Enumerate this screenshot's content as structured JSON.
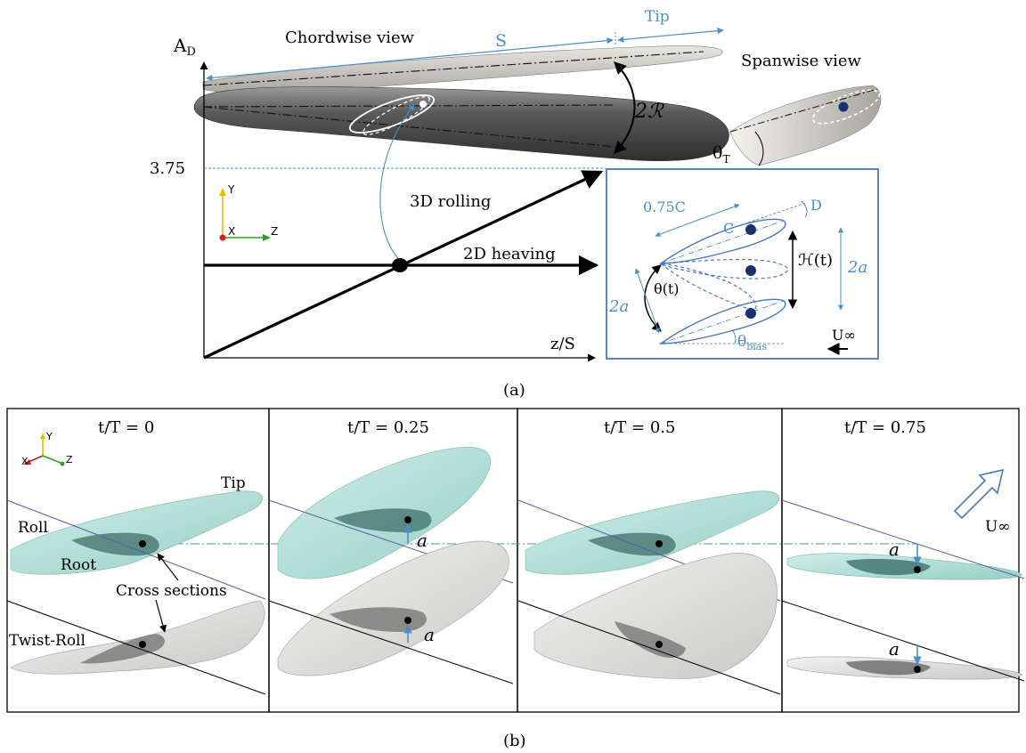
{
  "part_a": {
    "axis_y_label": "A",
    "axis_y_sub": "D",
    "chordwise_view": "Chordwise view",
    "spanwise_view": "Spanwise view",
    "span_S": "S",
    "tip": "Tip",
    "two_R": "2ℛ",
    "theta_T": "θ",
    "theta_T_sub": "T",
    "tick_375": "3.75",
    "rolling_3d": "3D rolling",
    "heaving_2d": "2D heaving",
    "axis_x_label": "z/S",
    "inset": {
      "chord_075": "0.75C",
      "C": "C",
      "D": "D",
      "H_t": "ℋ(t)",
      "two_a_right": "2a",
      "two_a_left": "2a",
      "theta_t": "θ(t)",
      "theta_bias": "θ",
      "theta_bias_sub": "bias",
      "U_inf": "U∞"
    },
    "caption": "(a)"
  },
  "triad": {
    "y": "Y",
    "x": "X",
    "z": "Z"
  },
  "part_b": {
    "panels": [
      {
        "title": "t/T = 0"
      },
      {
        "title": "t/T = 0.25"
      },
      {
        "title": "t/T = 0.5"
      },
      {
        "title": "t/T = 0.75"
      }
    ],
    "tip": "Tip",
    "roll": "Roll",
    "root": "Root",
    "cross_sections": "Cross sections",
    "twist_roll": "Twist-Roll",
    "a_label": "a",
    "U_inf": "U∞",
    "caption": "(b)"
  },
  "colors": {
    "accent_blue": "#4a8fc8",
    "wing_dark": "#4b4b4b",
    "wing_teal": "#b6ddd6",
    "wing_grey": "#dedede",
    "inset_border": "#5a86b8"
  }
}
